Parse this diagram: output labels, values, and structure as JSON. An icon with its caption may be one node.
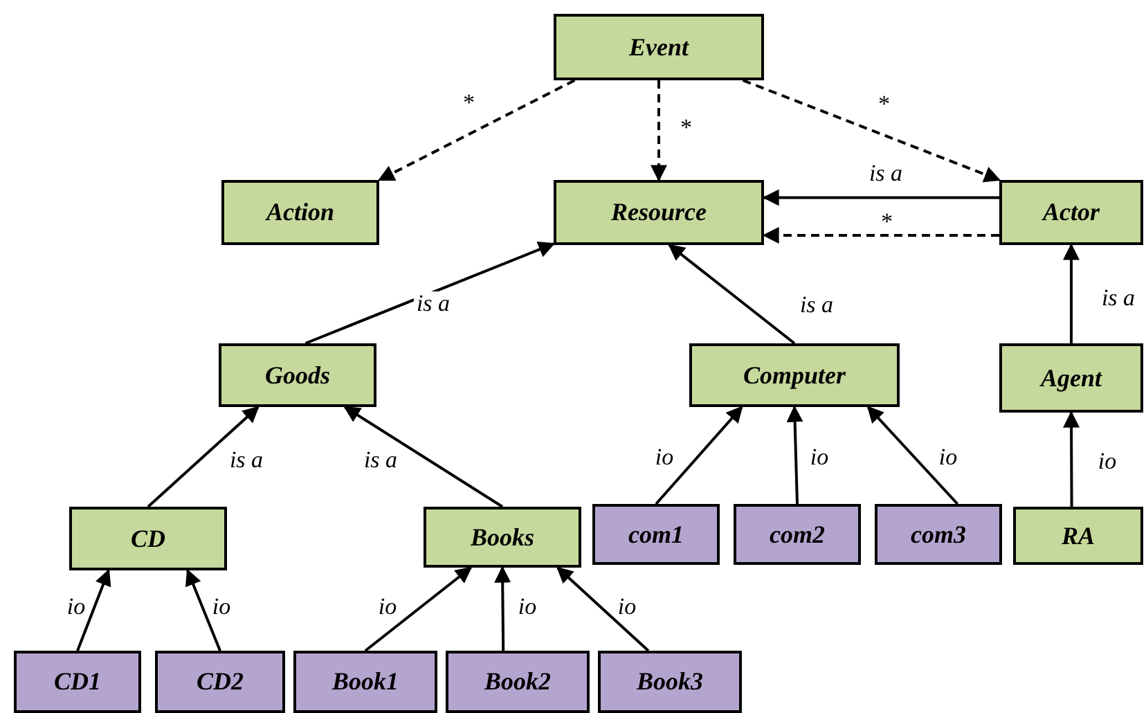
{
  "diagram": {
    "nodes": [
      {
        "text": [
          "Event"
        ]
      },
      {
        "text": [
          "Action"
        ]
      },
      {
        "text": [
          "Resource"
        ]
      },
      {
        "text": [
          "Actor"
        ]
      },
      {
        "text": [
          "Goods"
        ]
      },
      {
        "text": [
          "Computer"
        ]
      },
      {
        "text": [
          "Agent"
        ]
      },
      {
        "text": [
          "CD"
        ]
      },
      {
        "text": [
          "Books"
        ]
      },
      {
        "text": [
          "com1"
        ]
      },
      {
        "text": [
          "com2"
        ]
      },
      {
        "text": [
          "com3"
        ]
      },
      {
        "text": [
          "RA"
        ]
      },
      {
        "text": [
          "CD1"
        ]
      },
      {
        "text": [
          "CD2"
        ]
      },
      {
        "text": [
          "Book1"
        ]
      },
      {
        "text": [
          "Book2"
        ]
      },
      {
        "text": [
          "Book3"
        ]
      }
    ],
    "edges": [
      {
        "from": 0,
        "to": 1,
        "arrow": "to",
        "style": "dashed",
        "label": "*"
      },
      {
        "from": 0,
        "to": 2,
        "arrow": "to",
        "style": "dashed",
        "label": "*"
      },
      {
        "from": 0,
        "to": 3,
        "arrow": "to",
        "style": "dashed",
        "label": "*"
      },
      {
        "from": 3,
        "to": 2,
        "arrow": "to",
        "label": "is a"
      },
      {
        "from": 3,
        "to": 2,
        "arrow": "to",
        "style": "dashed",
        "label": "*"
      },
      {
        "from": 4,
        "to": 2,
        "arrow": "to",
        "label": "is a"
      },
      {
        "from": 5,
        "to": 2,
        "arrow": "to",
        "label": "is a"
      },
      {
        "from": 6,
        "to": 3,
        "arrow": "to",
        "label": "is a"
      },
      {
        "from": 7,
        "to": 4,
        "arrow": "to",
        "label": "is a"
      },
      {
        "from": 8,
        "to": 4,
        "arrow": "to",
        "label": "is a"
      },
      {
        "from": 9,
        "to": 5,
        "arrow": "to",
        "label": "io"
      },
      {
        "from": 10,
        "to": 5,
        "arrow": "to",
        "label": "io"
      },
      {
        "from": 11,
        "to": 5,
        "arrow": "to",
        "label": "io"
      },
      {
        "from": 12,
        "to": 6,
        "arrow": "to",
        "label": "io"
      },
      {
        "from": 13,
        "to": 7,
        "arrow": "to",
        "label": "io"
      },
      {
        "from": 14,
        "to": 7,
        "arrow": "to",
        "label": "io"
      },
      {
        "from": 15,
        "to": 8,
        "arrow": "to",
        "label": "io"
      },
      {
        "from": 16,
        "to": 8,
        "arrow": "to",
        "label": "io"
      },
      {
        "from": 17,
        "to": 8,
        "arrow": "to",
        "label": "io"
      }
    ]
  }
}
